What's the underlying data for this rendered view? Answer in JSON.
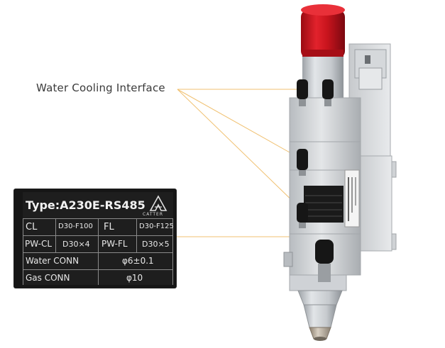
{
  "callout": {
    "label": "Water Cooling Interface",
    "line_color": "#f0c070"
  },
  "nameplate": {
    "title": "Type:A230E-RS485",
    "brand": "CATTER",
    "rows": [
      {
        "label_a": "CL",
        "value_a": "D30-F100",
        "label_b": "FL",
        "value_b": "D30-F125"
      },
      {
        "label_a": "PW-CL",
        "value_a": "D30×4",
        "label_b": "PW-FL",
        "value_b": "D30×5"
      },
      {
        "label": "Water CONN",
        "value": "φ6±0.1"
      },
      {
        "label": "Gas CONN",
        "value": "φ10"
      }
    ]
  },
  "device": {
    "cap_color": "#d8141e",
    "body_color": "#c9cdd1",
    "fitting_color": "#1a1a1a",
    "label_text": "Type:A230E-RS485"
  }
}
